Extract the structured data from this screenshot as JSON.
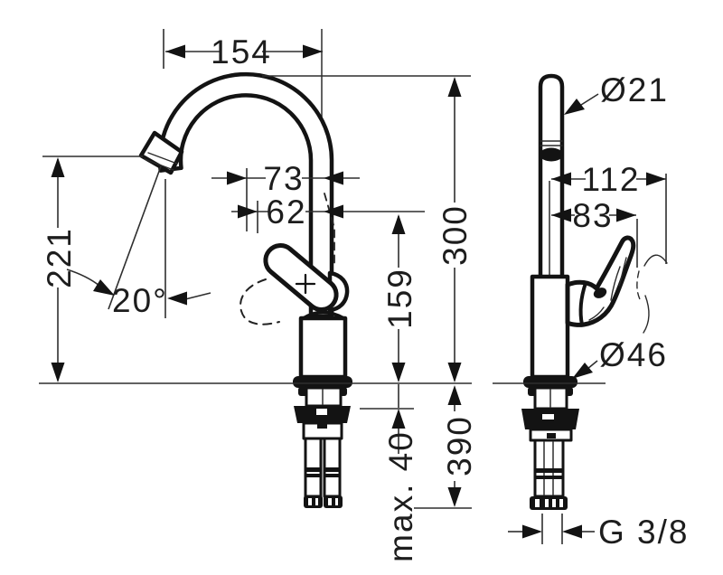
{
  "colors": {
    "background": "#ffffff",
    "line": "#131313"
  },
  "dimensions": {
    "front": {
      "spout_reach": "154",
      "offset_73": "73",
      "offset_62": "62",
      "outlet_height": "221",
      "outlet_angle": "20°",
      "height_159": "159",
      "height_300": "300",
      "depth_390": "390",
      "max_deck_thickness": "max. 40"
    },
    "side": {
      "spout_diameter": "Ø21",
      "reach_112": "112",
      "reach_83": "83",
      "base_diameter": "Ø46",
      "connection_thread": "G 3/8"
    }
  }
}
